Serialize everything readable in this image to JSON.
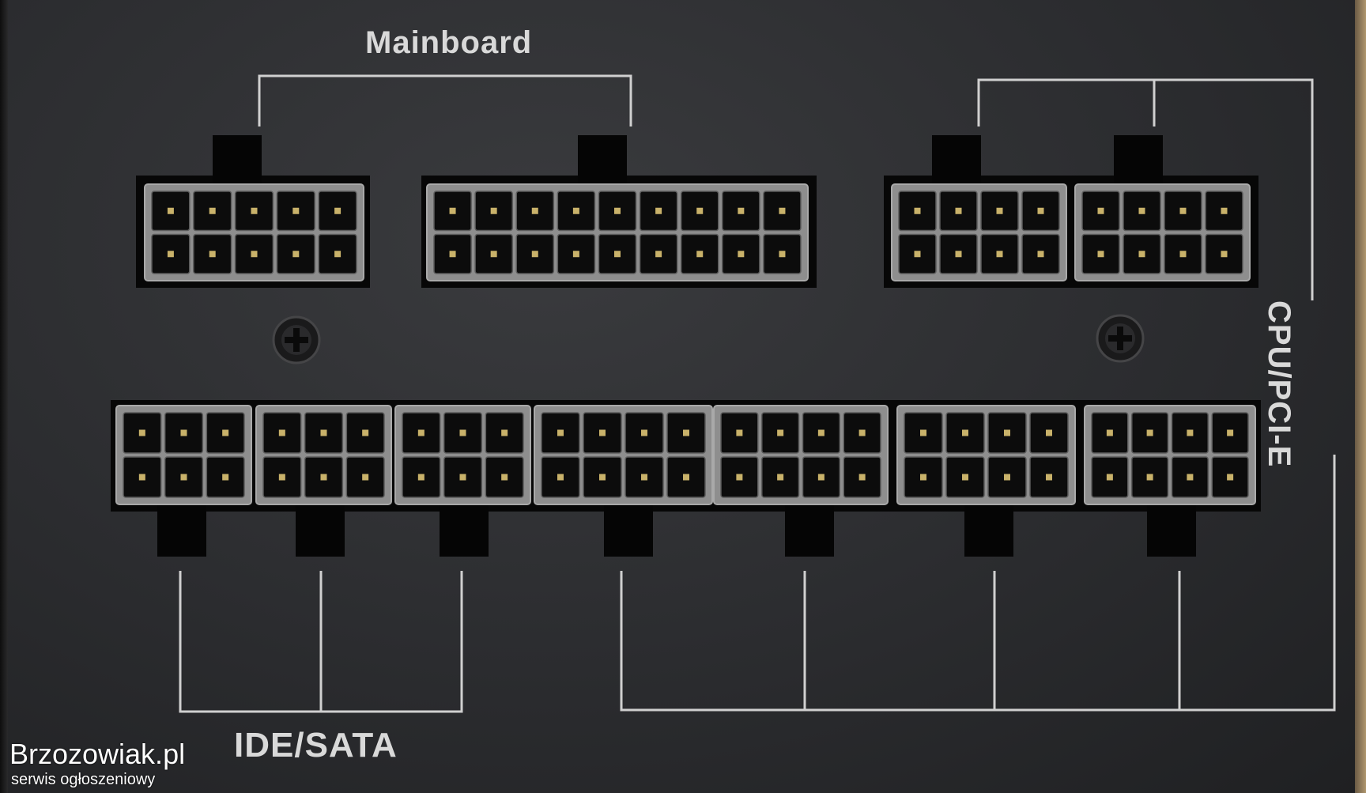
{
  "labels": {
    "mainboard": "Mainboard",
    "ide_sata": "IDE/SATA",
    "cpu_pcie": "CPU/PCI-E"
  },
  "watermark": {
    "name": "Brzozowiak.pl",
    "subtitle": "serwis ogłoszeniowy"
  },
  "colors": {
    "panel": "#2d2e31",
    "connector": "#8e8e8e",
    "pin_socket": "#0c0c0c",
    "silkscreen": "#d0d0d0",
    "pin_contact": "#c9b26a"
  },
  "connectors": [
    {
      "group": "Mainboard",
      "cols": 5,
      "rows": 2
    },
    {
      "group": "Mainboard",
      "cols": 9,
      "rows": 2
    },
    {
      "group": "CPU/PCI-E",
      "cols": 4,
      "rows": 2
    },
    {
      "group": "CPU/PCI-E",
      "cols": 4,
      "rows": 2
    },
    {
      "group": "IDE/SATA",
      "cols": 3,
      "rows": 2
    },
    {
      "group": "IDE/SATA",
      "cols": 3,
      "rows": 2
    },
    {
      "group": "IDE/SATA",
      "cols": 3,
      "rows": 2
    },
    {
      "group": "CPU/PCI-E",
      "cols": 4,
      "rows": 2
    },
    {
      "group": "CPU/PCI-E",
      "cols": 4,
      "rows": 2
    },
    {
      "group": "CPU/PCI-E",
      "cols": 4,
      "rows": 2
    },
    {
      "group": "CPU/PCI-E",
      "cols": 4,
      "rows": 2
    }
  ],
  "screws": 2
}
